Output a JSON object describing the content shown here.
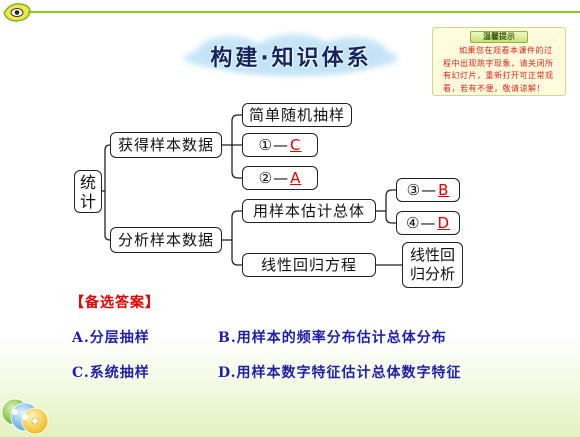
{
  "title": "构建·知识体系",
  "notice": {
    "header": "温馨提示",
    "text": "如果您在观看本课件的过程中出现跳字现象，请关闭所有幻灯片，重新打开可正常观看，若有不便，敬请谅解！"
  },
  "diagram": {
    "root": "统计",
    "branches": [
      {
        "label": "获得样本数据",
        "children": [
          {
            "label": "简单随机抽样"
          },
          {
            "prefix": "①—",
            "answer": "C"
          },
          {
            "prefix": "②—",
            "answer": "A"
          }
        ]
      },
      {
        "label": "分析样本数据",
        "children": [
          {
            "label": "用样本估计总体",
            "children": [
              {
                "prefix": "③—",
                "answer": "B"
              },
              {
                "prefix": "④—",
                "answer": "D"
              }
            ]
          },
          {
            "label": "线性回归方程",
            "leads_to": "线性回归分析"
          }
        ]
      }
    ]
  },
  "answers": {
    "heading": "【备选答案】",
    "options": [
      "A.分层抽样",
      "B.用样本的频率分布估计总体分布",
      "C.系统抽样",
      "D.用样本数字特征估计总体数字特征"
    ]
  },
  "icons": {
    "logo": "eye-logo-icon",
    "decoration": "disc-stack-icon"
  },
  "colors": {
    "answer_red": "#e00000",
    "option_blue": "#1f1fa8",
    "title_navy": "#15255e",
    "accent_green": "#8dc21f"
  }
}
